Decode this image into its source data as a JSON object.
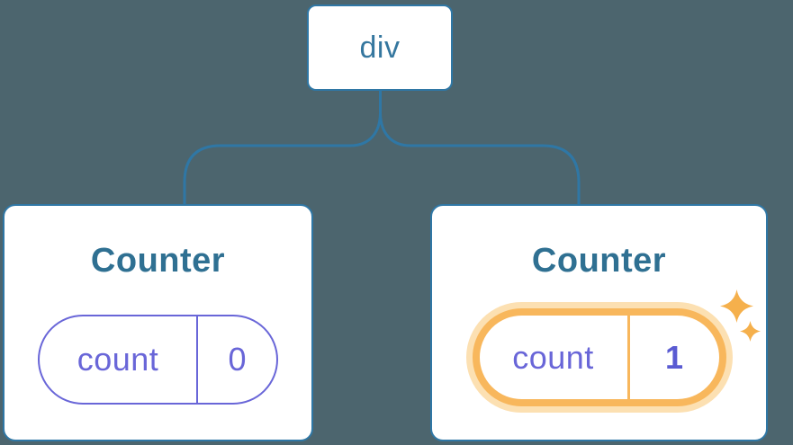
{
  "tree": {
    "root": {
      "label": "div"
    },
    "children": [
      {
        "title": "Counter",
        "state_key": "count",
        "state_value": "0",
        "highlighted": false
      },
      {
        "title": "Counter",
        "state_key": "count",
        "state_value": "1",
        "highlighted": true
      }
    ]
  },
  "icons": {
    "highlight_sparkles": "sparkle-icon"
  },
  "colors": {
    "background": "#4C656E",
    "line_blue": "#2F77A5",
    "root_label_blue": "#35779F",
    "component_title_blue": "#2F7092",
    "state_purple": "#6966D8",
    "state_value_bold_purple": "#5A5BD2",
    "highlight_orange": "#F8B75C",
    "highlight_glow_orange": "#FCE0B2",
    "sparkle_orange": "#F5B04C",
    "card_background": "#FFFFFF"
  }
}
